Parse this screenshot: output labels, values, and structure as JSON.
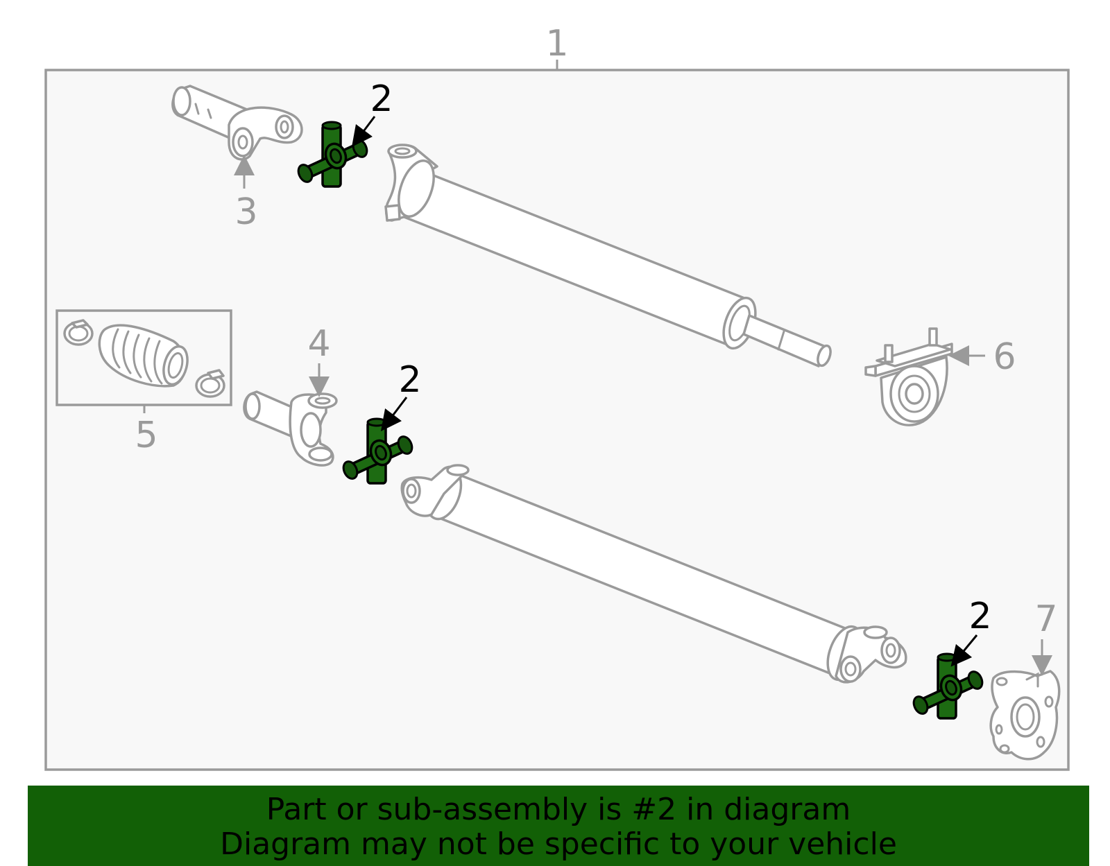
{
  "callouts": {
    "c1": "1",
    "c2a": "2",
    "c2b": "2",
    "c2c": "2",
    "c3": "3",
    "c4": "4",
    "c5": "5",
    "c6": "6",
    "c7": "7"
  },
  "highlight_color": "#1d6b12",
  "banner": {
    "line1": "Part or sub-assembly is #2 in diagram",
    "line2": "Diagram may not be specific to your vehicle",
    "background": "#126006"
  }
}
